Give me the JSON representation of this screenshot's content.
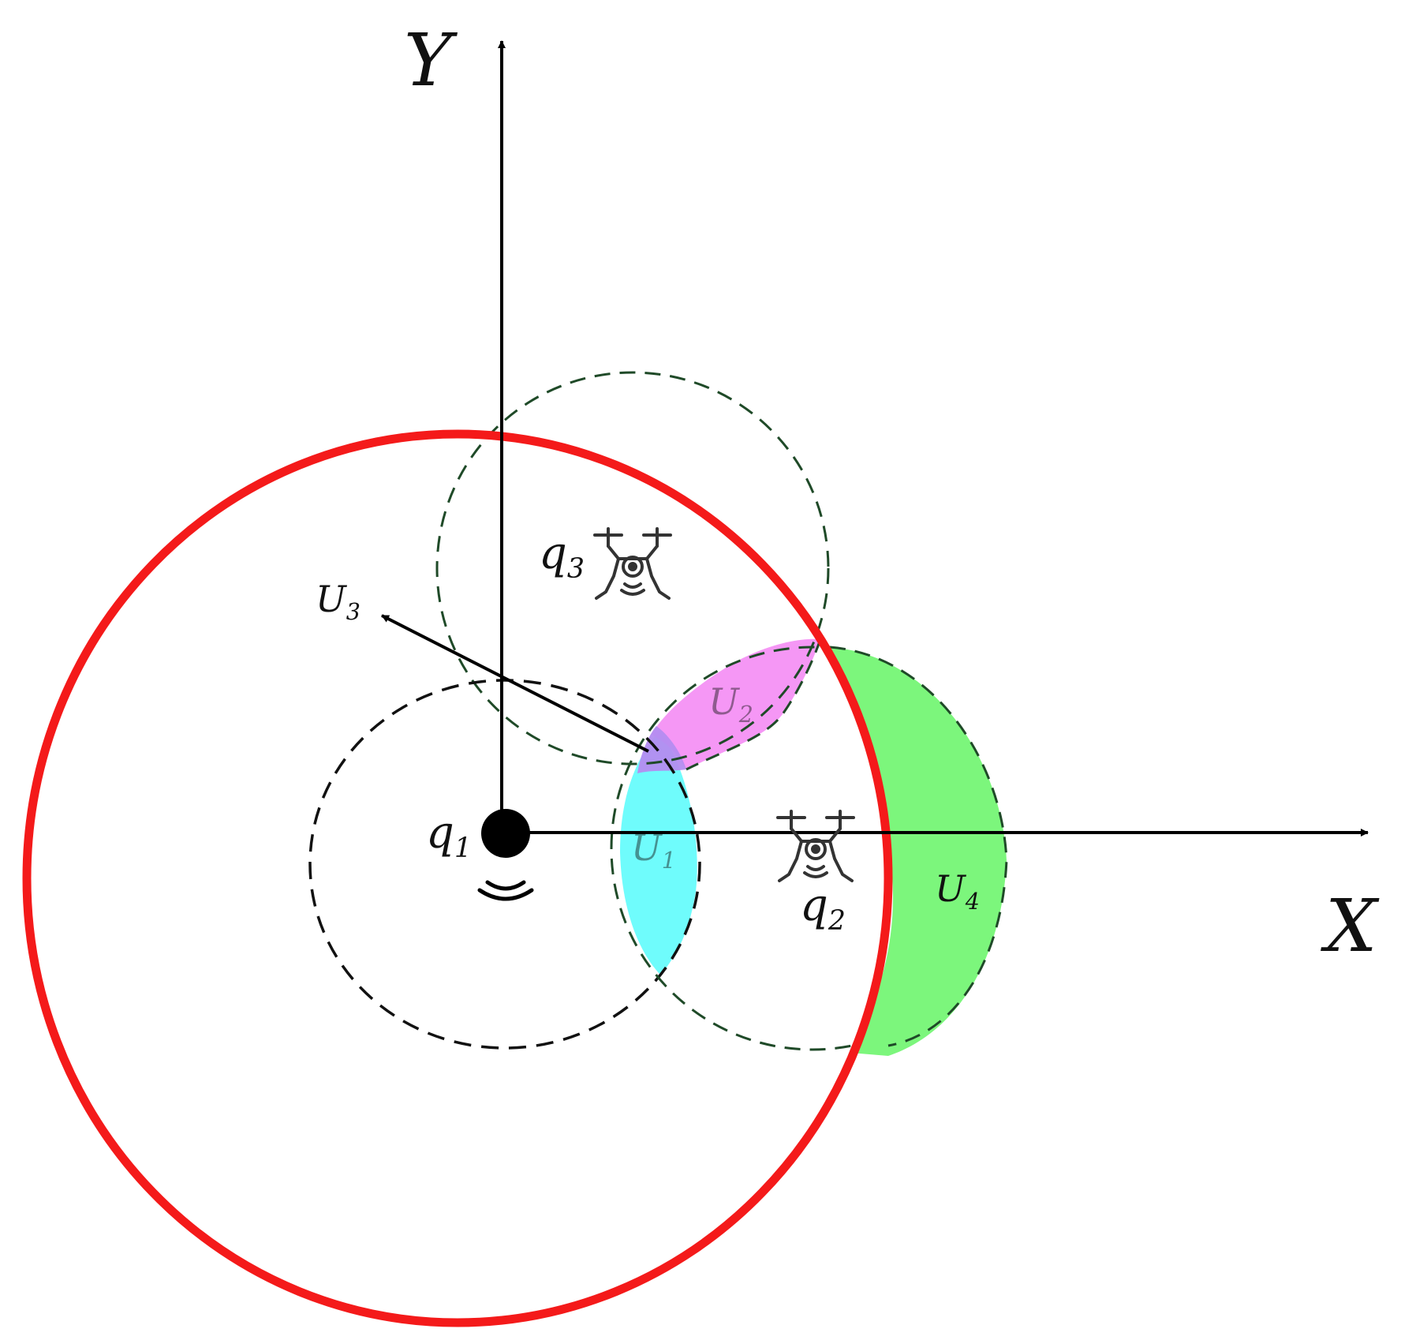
{
  "axes": {
    "x_label": "X",
    "y_label": "Y"
  },
  "points": {
    "q1": {
      "base": "q",
      "sub": "1"
    },
    "q2": {
      "base": "q",
      "sub": "2"
    },
    "q3": {
      "base": "q",
      "sub": "3"
    }
  },
  "regions": {
    "U1": {
      "base": "U",
      "sub": "1",
      "color": "#5ffcfc"
    },
    "U2": {
      "base": "U",
      "sub": "2",
      "color": "#f48cf4"
    },
    "U3": {
      "base": "U",
      "sub": "3"
    },
    "U4": {
      "base": "U",
      "sub": "4",
      "color": "#6ef56e"
    }
  },
  "colors": {
    "outer_circle": "#f41a1a",
    "q1_range": "#111111",
    "drone_range": "#1f4a28",
    "overlap": "#b48cf0",
    "axis": "#000000"
  },
  "icons": {
    "q1": "radio-signal-icon",
    "q2": "drone-icon",
    "q3": "drone-icon"
  }
}
